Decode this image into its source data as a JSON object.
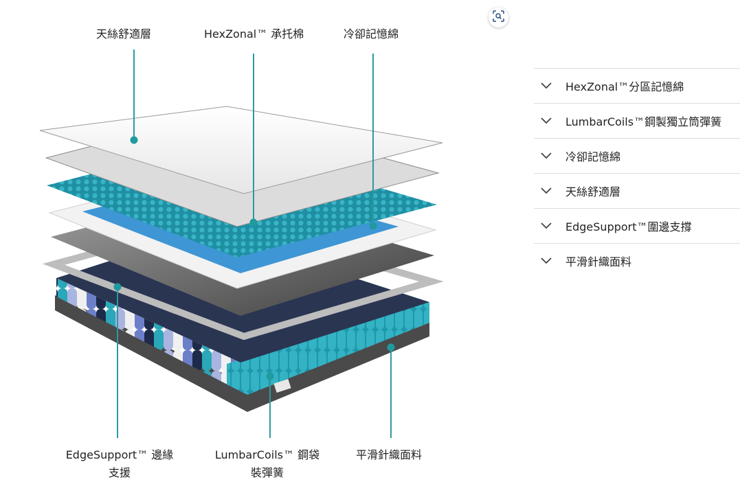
{
  "callouts": {
    "top_left": "天絲舒適層",
    "top_mid": "HexZonal™ 承托棉",
    "top_right": "冷卻記憶綿",
    "bottom_left_line1": "EdgeSupport™ 邊緣",
    "bottom_left_line2": "支援",
    "bottom_mid_line1": "LumbarCoils™ 鋼袋",
    "bottom_mid_line2": "裝彈簧",
    "bottom_right": "平滑針織面料"
  },
  "accordion": [
    {
      "label": "HexZonal™分區記憶綿",
      "icon": "chevron-down-icon"
    },
    {
      "label": "LumbarCoils™鋼製獨立筒彈簧",
      "icon": "chevron-down-icon"
    },
    {
      "label": "冷卻記憶綿",
      "icon": "chevron-down-icon"
    },
    {
      "label": "天絲舒適層",
      "icon": "chevron-down-icon"
    },
    {
      "label": "EdgeSupport™圍邊支撐",
      "icon": "chevron-down-icon"
    },
    {
      "label": "平滑針織面料",
      "icon": "chevron-down-icon"
    }
  ],
  "zoom_icon": "zoom-scan-icon",
  "colors": {
    "teal": "#2aa7b8",
    "callout_line": "#2a9a9f",
    "navy": "#1e2a4a",
    "base_fabric": "#4a4a4a"
  }
}
